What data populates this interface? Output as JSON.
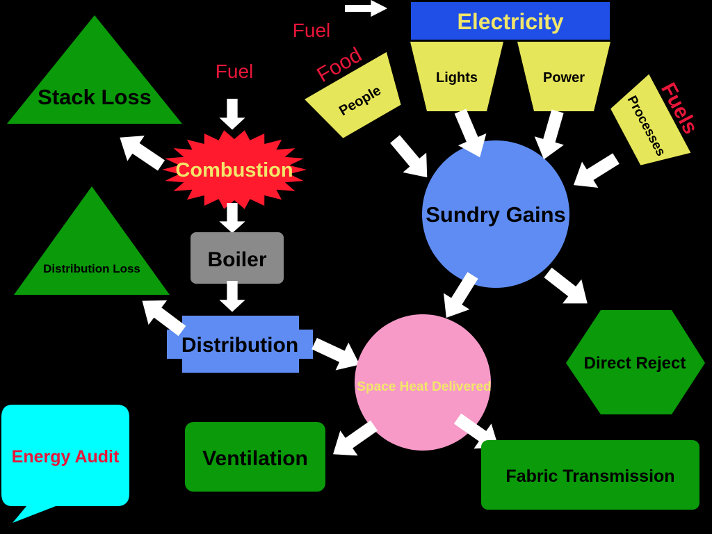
{
  "nodes": {
    "fuel_top": "Fuel",
    "fuel_boiler": "Fuel",
    "electricity": "Electricity",
    "lights": "Lights",
    "power": "Power",
    "food": "Food",
    "people": "People",
    "fuels_processes": "Fuels",
    "processes": "Processes",
    "stack_loss": "Stack Loss",
    "combustion": "Combustion",
    "boiler": "Boiler",
    "distribution_loss": "Distribution Loss",
    "distribution": "Distribution",
    "sundry_gains": "Sundry Gains",
    "space_heat": "Space Heat Delivered",
    "direct_reject": "Direct Reject",
    "ventilation": "Ventilation",
    "fabric_transmission": "Fabric Transmission",
    "energy_audit": "Energy Audit"
  },
  "colors": {
    "background": "#000000",
    "green": "#0a9a0a",
    "yellow_box": "#e6e65a",
    "blue": "#1f4fe6",
    "light_blue": "#5f8cf2",
    "pink": "#f79ac8",
    "red": "#ff1a2e",
    "gray": "#8a8a8a",
    "cyan": "#00ffff",
    "red_text": "#e8163a",
    "yellow_text": "#f2e66a"
  }
}
